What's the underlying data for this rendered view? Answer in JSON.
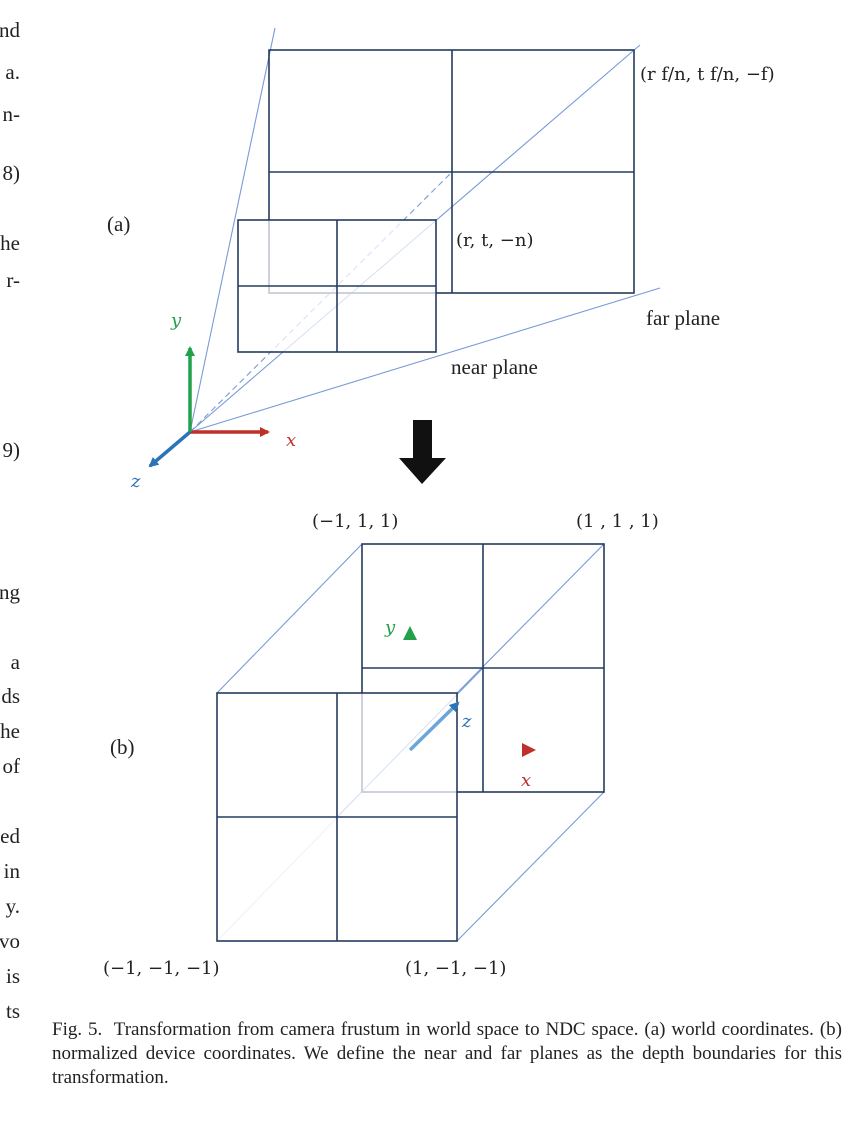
{
  "left_column_fragments": [
    "nd",
    "a.",
    "n-",
    "8)",
    "he",
    "r-",
    "9)",
    "ng",
    "a",
    "ds",
    "he",
    "of",
    "ed",
    "in",
    "y.",
    "vo",
    "is",
    "ts"
  ],
  "panel_a": {
    "label": "(a)",
    "far_corner_label": "(r f/n, t f/n, −f)",
    "near_corner_label": "(r, t, −n)",
    "far_plane_label": "far plane",
    "near_plane_label": "near plane",
    "axes": {
      "x": "x",
      "y": "y",
      "z": "z"
    }
  },
  "panel_b": {
    "label": "(b)",
    "corner_top_left": "(−1, 1, 1)",
    "corner_top_right": "(1 , 1 , 1)",
    "corner_bottom_left": "(−1, −1, −1)",
    "corner_bottom_right": "(1, −1, −1)",
    "axes": {
      "x": "x",
      "y": "y",
      "z": "z"
    }
  },
  "caption": {
    "fig_label": "Fig. 5.",
    "text": "Transformation from camera frustum in world space to NDC space. (a) world coordinates. (b) normalized device coordinates. We define the near and far planes as the depth boundaries for this transformation."
  },
  "colors": {
    "frame": "#243b5e",
    "frustum_lines": "#7a9ad8",
    "x_axis": "#c0302a",
    "y_axis": "#22a04a",
    "z_axis": "#2b74b8",
    "arrow": "#111111"
  }
}
